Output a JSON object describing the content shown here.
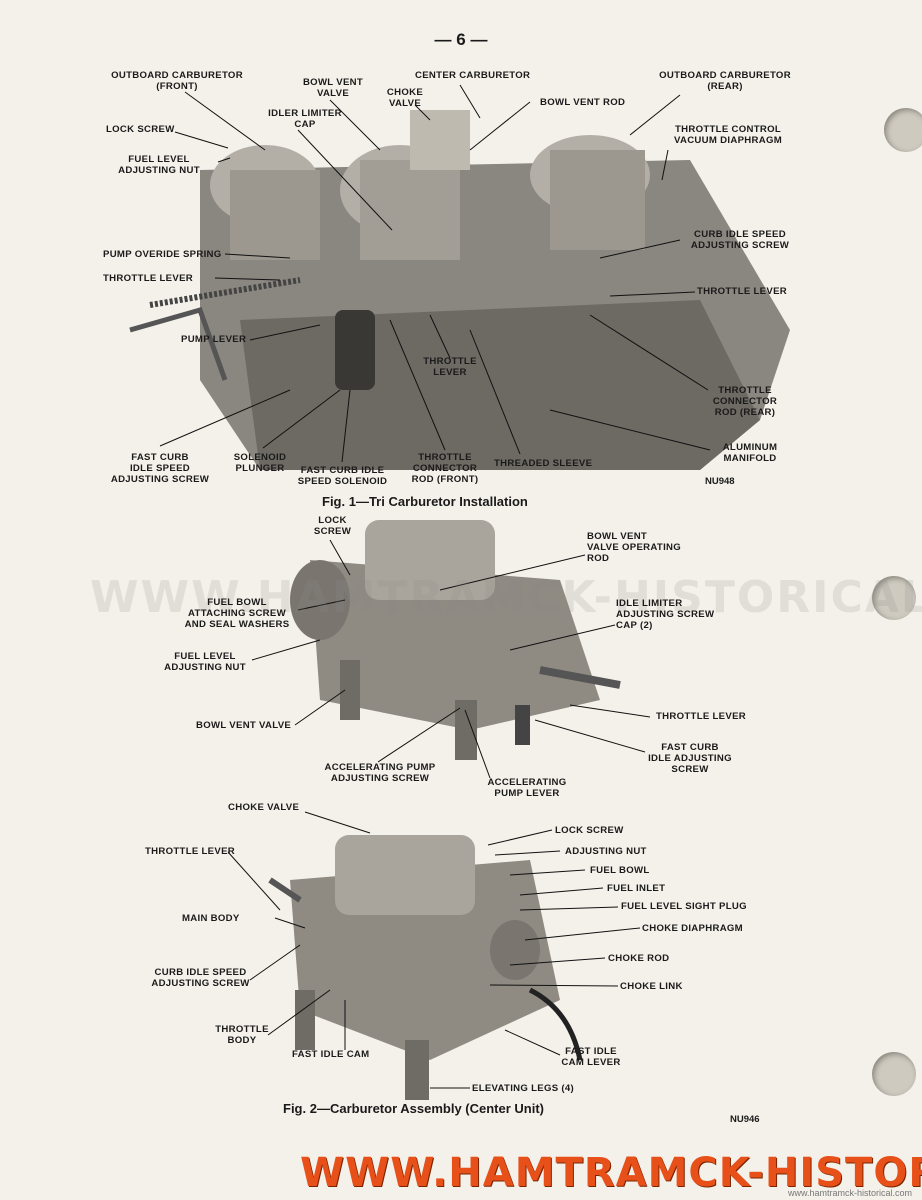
{
  "page": {
    "number": "— 6 —",
    "fig1_caption": "Fig. 1—Tri Carburetor Installation",
    "fig1_code": "NU948",
    "fig2_caption": "Fig. 2—Carburetor Assembly (Center Unit)",
    "fig2_code": "NU946",
    "watermark": "WWW.HAMTRAMCK-HISTORICAL.COM",
    "watermark_bottom": "WWW.HAMTRAMCK-HISTORICAL.COM",
    "watermark_small": "www.hamtramck-historical.com"
  },
  "fig1_labels": {
    "outboard_front": "OUTBOARD CARBURETOR\n(FRONT)",
    "bowl_vent_valve": "BOWL VENT\nVALVE",
    "center_carb": "CENTER CARBURETOR",
    "choke_valve": "CHOKE\nVALVE",
    "outboard_rear": "OUTBOARD CARBURETOR\n(REAR)",
    "idler_limiter_cap": "IDLER LIMITER\nCAP",
    "bowl_vent_rod": "BOWL VENT ROD",
    "lock_screw": "LOCK SCREW",
    "throttle_control": "THROTTLE CONTROL\nVACUUM DIAPHRAGM",
    "fuel_level_nut": "FUEL LEVEL\nADJUSTING NUT",
    "curb_idle": "CURB IDLE SPEED\nADJUSTING SCREW",
    "pump_override": "PUMP OVERIDE SPRING",
    "throttle_lever_left": "THROTTLE LEVER",
    "throttle_lever_right": "THROTTLE LEVER",
    "pump_lever": "PUMP LEVER",
    "throttle_lever_center": "THROTTLE\nLEVER",
    "throttle_conn_rear": "THROTTLE\nCONNECTOR\nROD (REAR)",
    "aluminum_manifold": "ALUMINUM\nMANIFOLD",
    "fast_curb": "FAST CURB\nIDLE SPEED\nADJUSTING SCREW",
    "solenoid_plunger": "SOLENOID\nPLUNGER",
    "fast_curb_solenoid": "FAST CURB IDLE\nSPEED SOLENOID",
    "throttle_conn_front": "THROTTLE\nCONNECTOR\nROD (FRONT)",
    "threaded_sleeve": "THREADED SLEEVE"
  },
  "fig2a_labels": {
    "lock_screw": "LOCK\nSCREW",
    "bowl_vent_op_rod": "BOWL VENT\nVALVE OPERATING\nROD",
    "fuel_bowl_screw": "FUEL BOWL\nATTACHING SCREW\nAND SEAL WASHERS",
    "idle_limiter": "IDLE LIMITER\nADJUSTING SCREW\nCAP (2)",
    "fuel_level_nut": "FUEL LEVEL\nADJUSTING NUT",
    "bowl_vent_valve": "BOWL VENT VALVE",
    "throttle_lever": "THROTTLE LEVER",
    "fast_curb": "FAST CURB\nIDLE ADJUSTING\nSCREW",
    "accel_pump_screw": "ACCELERATING PUMP\nADJUSTING SCREW",
    "accel_pump_lever": "ACCELERATING\nPUMP LEVER"
  },
  "fig2b_labels": {
    "choke_valve": "CHOKE VALVE",
    "lock_screw": "LOCK SCREW",
    "throttle_lever": "THROTTLE LEVER",
    "adjusting_nut": "ADJUSTING NUT",
    "fuel_bowl": "FUEL BOWL",
    "fuel_inlet": "FUEL INLET",
    "sight_plug": "FUEL LEVEL SIGHT PLUG",
    "main_body": "MAIN BODY",
    "choke_diaphragm": "CHOKE DIAPHRAGM",
    "choke_rod": "CHOKE ROD",
    "curb_idle": "CURB IDLE SPEED\nADJUSTING SCREW",
    "choke_link": "CHOKE LINK",
    "throttle_body": "THROTTLE\nBODY",
    "fast_idle_cam": "FAST IDLE CAM",
    "fast_idle_cam_lever": "FAST IDLE\nCAM LEVER",
    "elevating_legs": "ELEVATING LEGS (4)"
  }
}
